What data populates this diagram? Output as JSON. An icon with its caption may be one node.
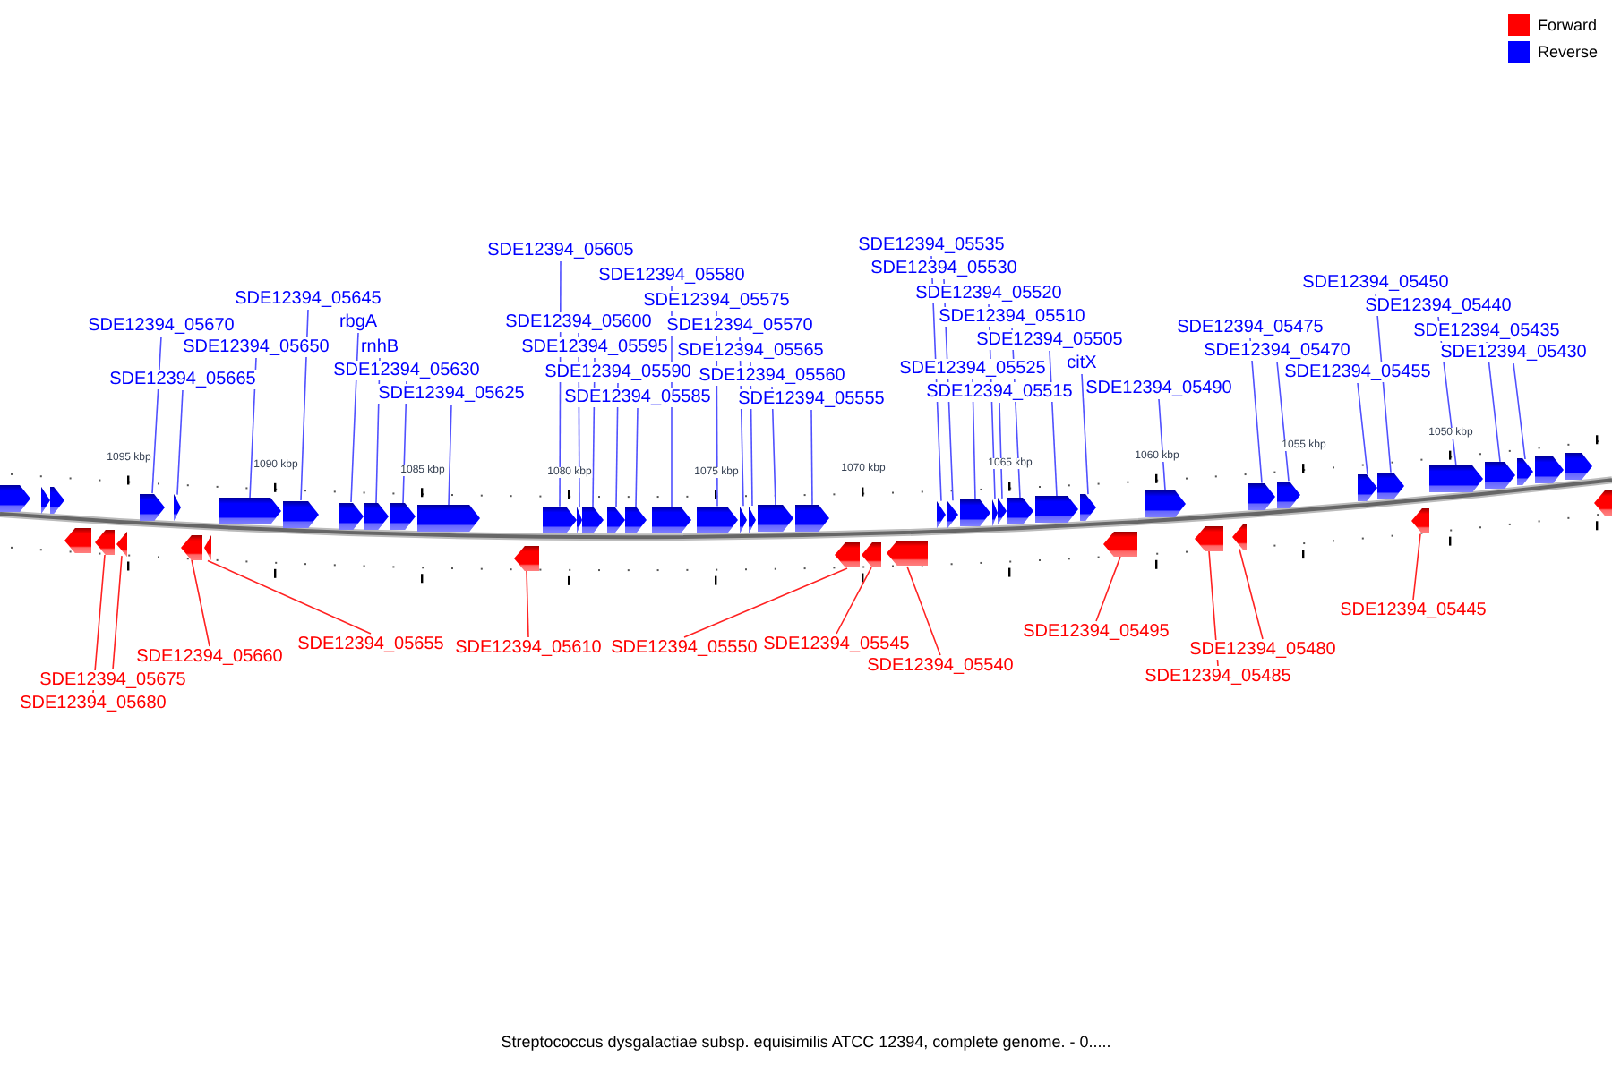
{
  "diagram": {
    "caption": "Streptococcus dysgalactiae subsp. equisimilis ATCC 12394, complete genome. - 0.....",
    "nodes": [
      {
        "text": [
          "SDE12394_05670"
        ]
      },
      {
        "text": [
          "SDE12394_05665"
        ]
      },
      {
        "text": [
          "SDE12394_05650"
        ]
      },
      {
        "text": [
          "SDE12394_05645"
        ]
      },
      {
        "text": [
          "rbgA"
        ]
      },
      {
        "text": [
          "rnhB"
        ]
      },
      {
        "text": [
          "SDE12394_05630"
        ]
      },
      {
        "text": [
          "SDE12394_05625"
        ]
      },
      {
        "text": [
          "SDE12394_05605"
        ]
      },
      {
        "text": [
          "SDE12394_05600"
        ]
      },
      {
        "text": [
          "SDE12394_05595"
        ]
      },
      {
        "text": [
          "SDE12394_05590"
        ]
      },
      {
        "text": [
          "SDE12394_05585"
        ]
      },
      {
        "text": [
          "SDE12394_05580"
        ]
      },
      {
        "text": [
          "SDE12394_05575"
        ]
      },
      {
        "text": [
          "SDE12394_05570"
        ]
      },
      {
        "text": [
          "SDE12394_05565"
        ]
      },
      {
        "text": [
          "SDE12394_05560"
        ]
      },
      {
        "text": [
          "SDE12394_05555"
        ]
      },
      {
        "text": [
          "SDE12394_05535"
        ]
      },
      {
        "text": [
          "SDE12394_05530"
        ]
      },
      {
        "text": [
          "SDE12394_05520"
        ]
      },
      {
        "text": [
          "SDE12394_05510"
        ]
      },
      {
        "text": [
          "SDE12394_05505"
        ]
      },
      {
        "text": [
          "citX"
        ]
      },
      {
        "text": [
          "SDE12394_05525"
        ]
      },
      {
        "text": [
          "SDE12394_05515"
        ]
      },
      {
        "text": [
          "SDE12394_05490"
        ]
      },
      {
        "text": [
          "SDE12394_05475"
        ]
      },
      {
        "text": [
          "SDE12394_05470"
        ]
      },
      {
        "text": [
          "SDE12394_05455"
        ]
      },
      {
        "text": [
          "SDE12394_05450"
        ]
      },
      {
        "text": [
          "SDE12394_05440"
        ]
      },
      {
        "text": [
          "SDE12394_05435"
        ]
      },
      {
        "text": [
          "SDE12394_05430"
        ]
      },
      {
        "text": [
          "SDE12394_05680"
        ]
      },
      {
        "text": [
          "SDE12394_05675"
        ]
      },
      {
        "text": [
          "SDE12394_05660"
        ]
      },
      {
        "text": [
          "SDE12394_05655"
        ]
      },
      {
        "text": [
          "SDE12394_05610"
        ]
      },
      {
        "text": [
          "SDE12394_05550"
        ]
      },
      {
        "text": [
          "SDE12394_05545"
        ]
      },
      {
        "text": [
          "SDE12394_05540"
        ]
      },
      {
        "text": [
          "SDE12394_05495"
        ]
      },
      {
        "text": [
          "SDE12394_05485"
        ]
      },
      {
        "text": [
          "SDE12394_05480"
        ]
      },
      {
        "text": [
          "SDE12394_05445"
        ]
      },
      {
        "text": [],
        "shape": "arrow"
      },
      {
        "text": [],
        "shape": "arrow"
      },
      {
        "text": [],
        "shape": "arrow"
      },
      {
        "text": [],
        "shape": "arrow"
      },
      {
        "text": [],
        "shape": "arrow"
      },
      {
        "text": [],
        "shape": "arrow"
      },
      {
        "text": [],
        "shape": "arrow"
      },
      {
        "text": [],
        "shape": "arrow"
      },
      {
        "text": [],
        "shape": "arrow"
      },
      {
        "text": [],
        "shape": "arrow"
      },
      {
        "text": [],
        "shape": "arrow"
      },
      {
        "text": [],
        "shape": "arrow"
      },
      {
        "text": [],
        "shape": "arrow"
      },
      {
        "text": [],
        "shape": "arrow"
      },
      {
        "text": [],
        "shape": "arrow"
      },
      {
        "text": [],
        "shape": "arrow"
      },
      {
        "text": [],
        "shape": "arrow"
      },
      {
        "text": [],
        "shape": "arrow"
      },
      {
        "text": [],
        "shape": "arrow"
      },
      {
        "text": [],
        "shape": "arrow"
      },
      {
        "text": [],
        "shape": "arrow"
      },
      {
        "text": [],
        "shape": "arrow"
      },
      {
        "text": [],
        "shape": "arrow"
      },
      {
        "text": [],
        "shape": "arrow"
      },
      {
        "text": [],
        "shape": "arrow"
      },
      {
        "text": [],
        "shape": "arrow"
      },
      {
        "text": [],
        "shape": "arrow"
      },
      {
        "text": [],
        "shape": "arrow"
      },
      {
        "text": [],
        "shape": "arrow"
      },
      {
        "text": [],
        "shape": "arrow"
      },
      {
        "text": [],
        "shape": "arrow"
      },
      {
        "text": [],
        "shape": "arrow"
      },
      {
        "text": [],
        "shape": "arrow"
      },
      {
        "text": [],
        "shape": "arrow"
      },
      {
        "text": [],
        "shape": "arrow"
      },
      {
        "text": [],
        "shape": "arrow"
      },
      {
        "text": [],
        "shape": "arrow"
      },
      {
        "text": [],
        "shape": "arrow"
      },
      {
        "text": [],
        "shape": "arrow"
      },
      {
        "text": [],
        "shape": "arrow"
      },
      {
        "text": [],
        "shape": "arrow"
      },
      {
        "text": [],
        "shape": "arrow"
      },
      {
        "text": [],
        "shape": "arrow"
      },
      {
        "text": [],
        "shape": "arrow"
      },
      {
        "text": [],
        "shape": "arrow"
      },
      {
        "text": [],
        "shape": "arrow"
      },
      {
        "text": [],
        "shape": "arrow"
      },
      {
        "text": [],
        "shape": "arrow"
      },
      {
        "text": [],
        "shape": "arrow"
      },
      {
        "text": [],
        "shape": "arrow"
      },
      {
        "text": [],
        "shape": "arrow"
      },
      {
        "text": [],
        "shape": "arrow"
      },
      {
        "text": [],
        "shape": "arrow"
      },
      {
        "text": [],
        "shape": "arrow"
      }
    ],
    "edges": [
      {
        "from": 0,
        "to": 53,
        "arrow": "none"
      },
      {
        "from": 1,
        "to": 54,
        "arrow": "none"
      },
      {
        "from": 2,
        "to": 57,
        "arrow": "none"
      },
      {
        "from": 3,
        "to": 58,
        "arrow": "none"
      },
      {
        "from": 4,
        "to": 59,
        "arrow": "none"
      },
      {
        "from": 5,
        "to": 60,
        "arrow": "none"
      },
      {
        "from": 6,
        "to": 61,
        "arrow": "none"
      },
      {
        "from": 7,
        "to": 62,
        "arrow": "none"
      },
      {
        "from": 8,
        "to": 64,
        "arrow": "none"
      },
      {
        "from": 9,
        "to": 65,
        "arrow": "none"
      },
      {
        "from": 10,
        "to": 66,
        "arrow": "none"
      },
      {
        "from": 11,
        "to": 67,
        "arrow": "none"
      },
      {
        "from": 12,
        "to": 68,
        "arrow": "none"
      },
      {
        "from": 13,
        "to": 69,
        "arrow": "none"
      },
      {
        "from": 14,
        "to": 70,
        "arrow": "none"
      },
      {
        "from": 15,
        "to": 71,
        "arrow": "none"
      },
      {
        "from": 16,
        "to": 72,
        "arrow": "none"
      },
      {
        "from": 17,
        "to": 73,
        "arrow": "none"
      },
      {
        "from": 18,
        "to": 74,
        "arrow": "none"
      },
      {
        "from": 19,
        "to": 78,
        "arrow": "none"
      },
      {
        "from": 20,
        "to": 79,
        "arrow": "none"
      },
      {
        "from": 21,
        "to": 81,
        "arrow": "none"
      },
      {
        "from": 22,
        "to": 83,
        "arrow": "none"
      },
      {
        "from": 23,
        "to": 84,
        "arrow": "none"
      },
      {
        "from": 24,
        "to": 85,
        "arrow": "none"
      },
      {
        "from": 25,
        "to": 80,
        "arrow": "none"
      },
      {
        "from": 26,
        "to": 82,
        "arrow": "none"
      },
      {
        "from": 27,
        "to": 87,
        "arrow": "none"
      },
      {
        "from": 28,
        "to": 90,
        "arrow": "none"
      },
      {
        "from": 29,
        "to": 91,
        "arrow": "none"
      },
      {
        "from": 30,
        "to": 92,
        "arrow": "none"
      },
      {
        "from": 31,
        "to": 93,
        "arrow": "none"
      },
      {
        "from": 32,
        "to": 95,
        "arrow": "none"
      },
      {
        "from": 33,
        "to": 96,
        "arrow": "none"
      },
      {
        "from": 34,
        "to": 97,
        "arrow": "none"
      },
      {
        "from": 35,
        "to": 51,
        "arrow": "none",
        "color": "#ff2222"
      },
      {
        "from": 36,
        "to": 52,
        "arrow": "none",
        "color": "#ff2222"
      },
      {
        "from": 37,
        "to": 55,
        "arrow": "none",
        "color": "#ff2222"
      },
      {
        "from": 38,
        "to": 56,
        "arrow": "none",
        "color": "#ff2222"
      },
      {
        "from": 39,
        "to": 63,
        "arrow": "none",
        "color": "#ff2222"
      },
      {
        "from": 40,
        "to": 75,
        "arrow": "none",
        "color": "#ff2222"
      },
      {
        "from": 41,
        "to": 76,
        "arrow": "none",
        "color": "#ff2222"
      },
      {
        "from": 42,
        "to": 77,
        "arrow": "none",
        "color": "#ff2222"
      },
      {
        "from": 43,
        "to": 86,
        "arrow": "none",
        "color": "#ff2222"
      },
      {
        "from": 44,
        "to": 88,
        "arrow": "none",
        "color": "#ff2222"
      },
      {
        "from": 45,
        "to": 89,
        "arrow": "none",
        "color": "#ff2222"
      },
      {
        "from": 46,
        "to": 94,
        "arrow": "none",
        "color": "#ff2222"
      }
    ],
    "labels": [
      "1095 kbp",
      "1090 kbp",
      "1085 kbp",
      "1080 kbp",
      "1075 kbp",
      "1070 kbp",
      "1065 kbp",
      "1060 kbp",
      "1055 kbp",
      "1050 kbp"
    ],
    "legend": [
      {
        "text": "Forward",
        "color": "#ff0000"
      },
      {
        "text": "Reverse",
        "color": "#0000ff"
      }
    ]
  }
}
